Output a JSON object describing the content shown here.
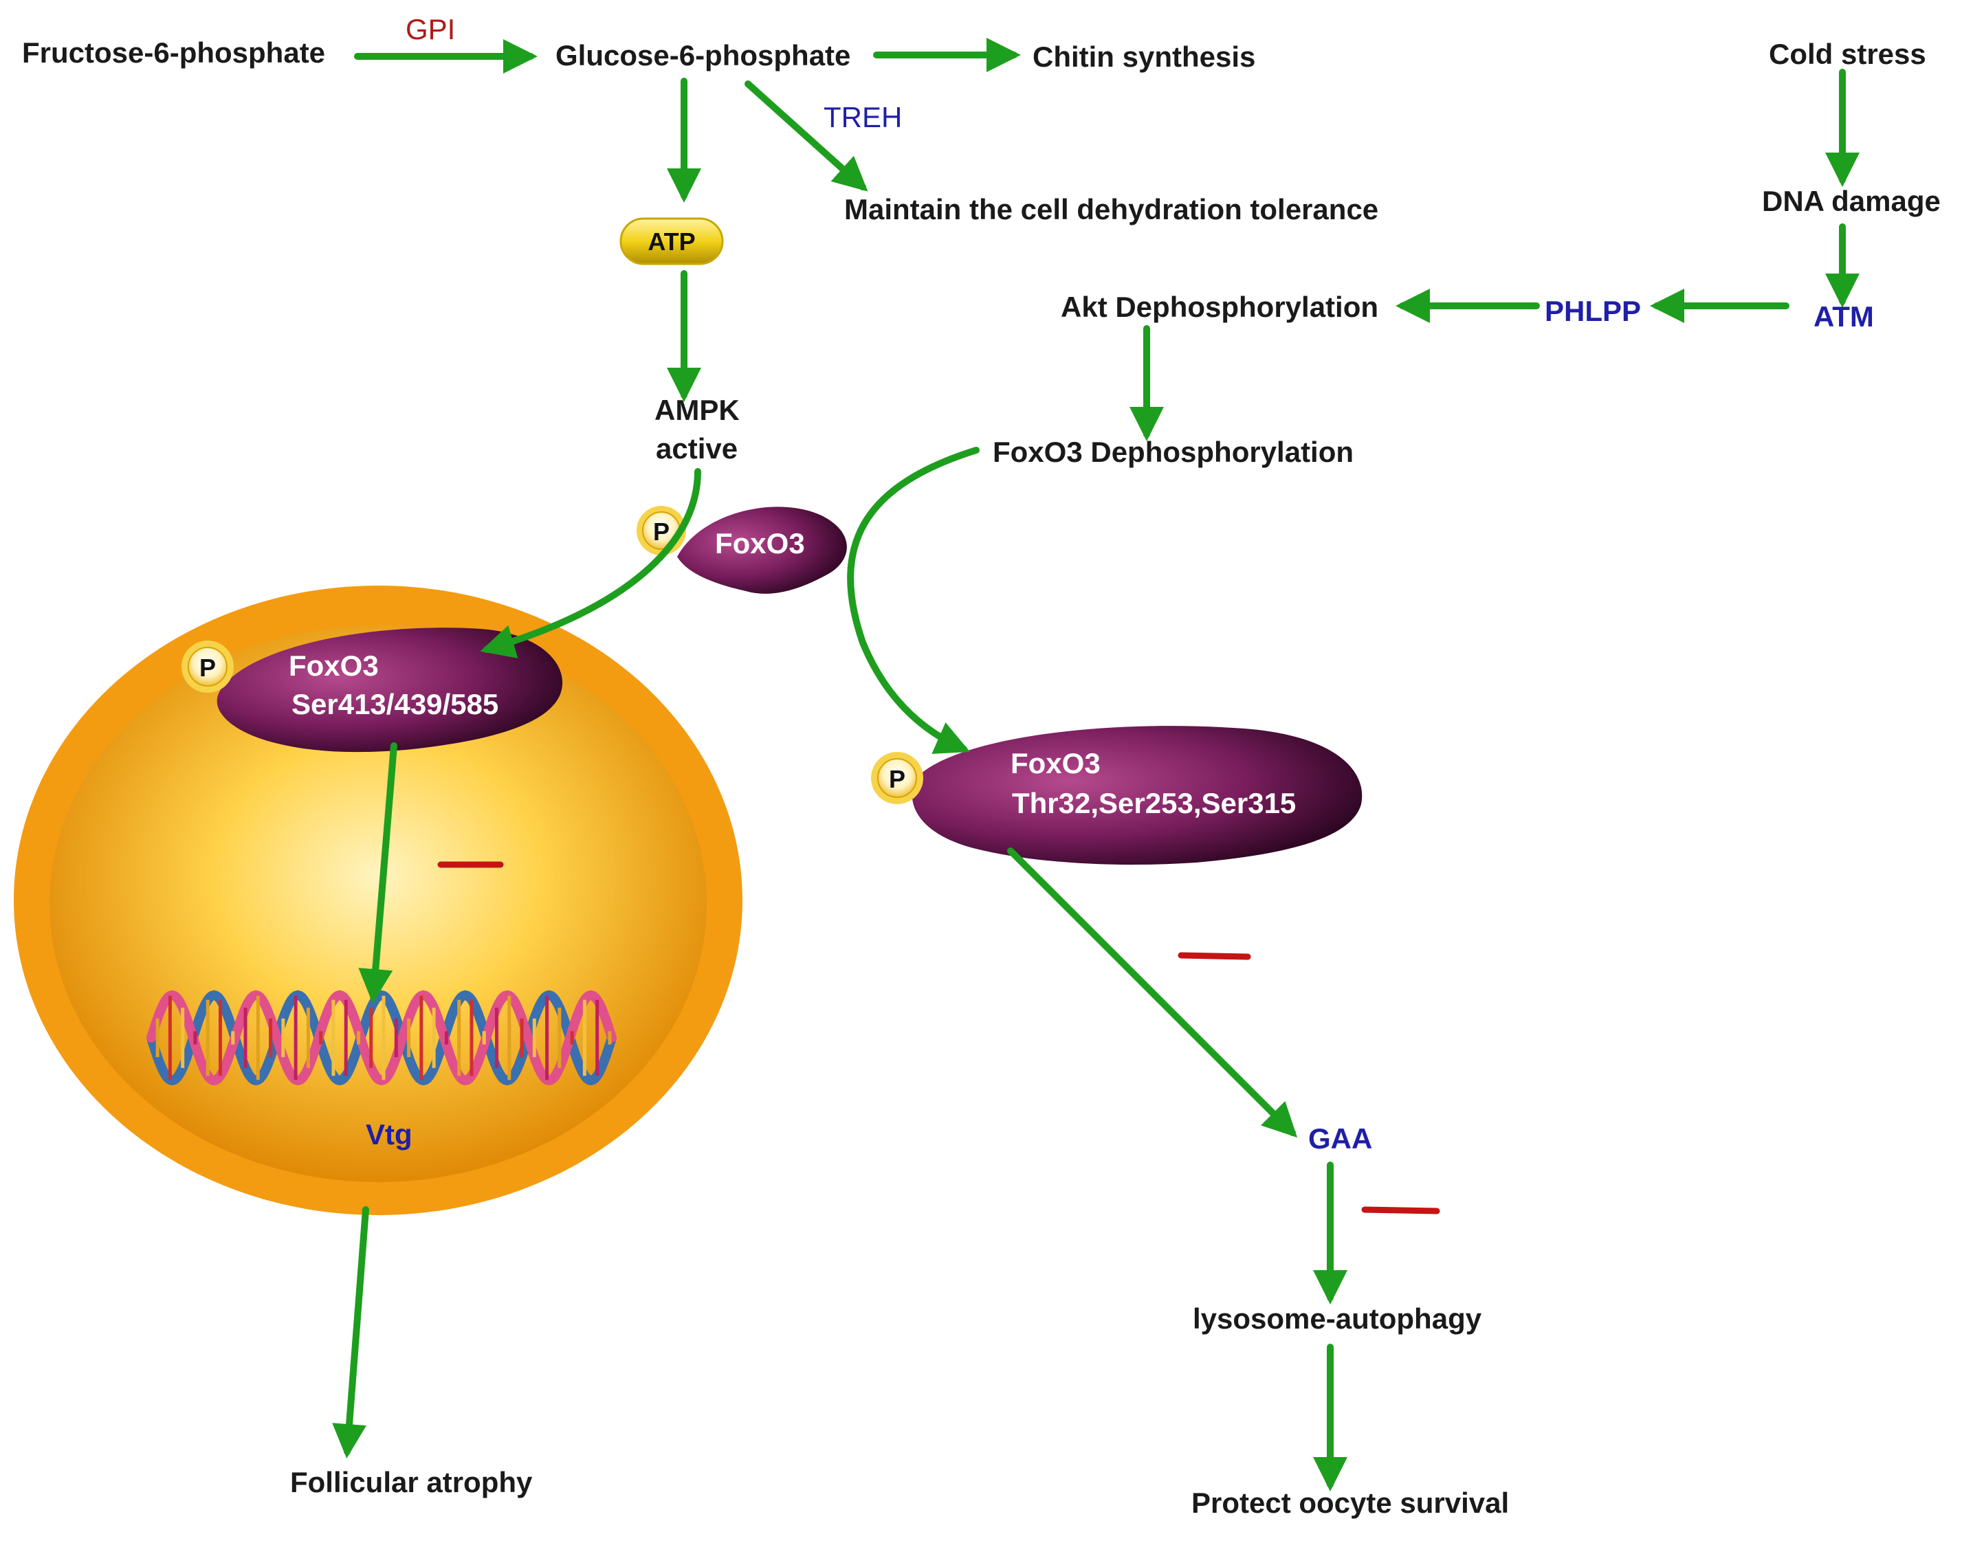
{
  "metabolism": {
    "fructose": "Fructose-6-phosphate",
    "gpi": "GPI",
    "glucose": "Glucose-6-phosphate",
    "chitin": "Chitin synthesis",
    "treh": "TREH",
    "maintain": "Maintain the cell dehydration tolerance",
    "atp": "ATP",
    "ampk_line1": "AMPK",
    "ampk_line2": "active"
  },
  "stress": {
    "cold": "Cold stress",
    "dna_damage": "DNA damage",
    "atm": "ATM",
    "phlpp": "PHLPP",
    "akt": "Akt Dephosphorylation",
    "foxo3_dephos": "FoxO3  Dephosphorylation"
  },
  "proteins": {
    "p": "P",
    "foxo3_cyto": "FoxO3",
    "foxo3_nuc_line1": "FoxO3",
    "foxo3_nuc_line2": "Ser413/439/585",
    "foxo3_thr_line1": "FoxO3",
    "foxo3_thr_line2": "Thr32,Ser253,Ser315"
  },
  "nucleus": {
    "vtg": "Vtg"
  },
  "outcomes": {
    "follicular": "Follicular atrophy",
    "gaa": "GAA",
    "lysosome": "lysosome-autophagy",
    "protect": "Protect oocyte survival"
  },
  "colors": {
    "arrow": "#1e9e1e",
    "inhibit": "#c41414",
    "protein": "#7a1e5e",
    "nucleus_outer": "#f39c12",
    "enzyme_text": "#1f1fa8"
  }
}
